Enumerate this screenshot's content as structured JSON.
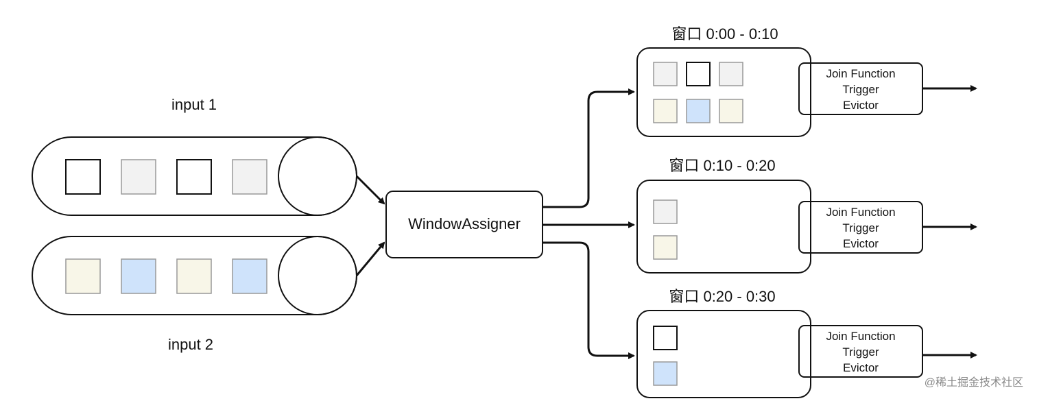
{
  "inputs": [
    {
      "label": "input 1",
      "squares": [
        "#ffffff",
        "#f2f2f2",
        "#ffffff",
        "#f2f2f2"
      ]
    },
    {
      "label": "input 2",
      "squares": [
        "#f8f6e8",
        "#cfe3fb",
        "#f8f6e8",
        "#cfe3fb"
      ]
    }
  ],
  "assigner": {
    "label": "WindowAssigner"
  },
  "windows": [
    {
      "title": "窗口 0:00 - 0:10",
      "squares": [
        [
          "#f2f2f2",
          "#ffffff",
          "#f2f2f2"
        ],
        [
          "#f8f6e8",
          "#cfe3fb",
          "#f8f6e8"
        ]
      ],
      "function_lines": [
        "Join Function",
        "Trigger",
        "Evictor"
      ]
    },
    {
      "title": "窗口 0:10 - 0:20",
      "squares": [
        [
          "#f2f2f2"
        ],
        [
          "#f8f6e8"
        ]
      ],
      "function_lines": [
        "Join Function",
        "Trigger",
        "Evictor"
      ]
    },
    {
      "title": "窗口 0:20 - 0:30",
      "squares": [
        [
          "#ffffff"
        ],
        [
          "#cfe3fb"
        ]
      ],
      "function_lines": [
        "Join Function",
        "Trigger",
        "Evictor"
      ]
    }
  ],
  "watermark": "@稀土掘金技术社区"
}
